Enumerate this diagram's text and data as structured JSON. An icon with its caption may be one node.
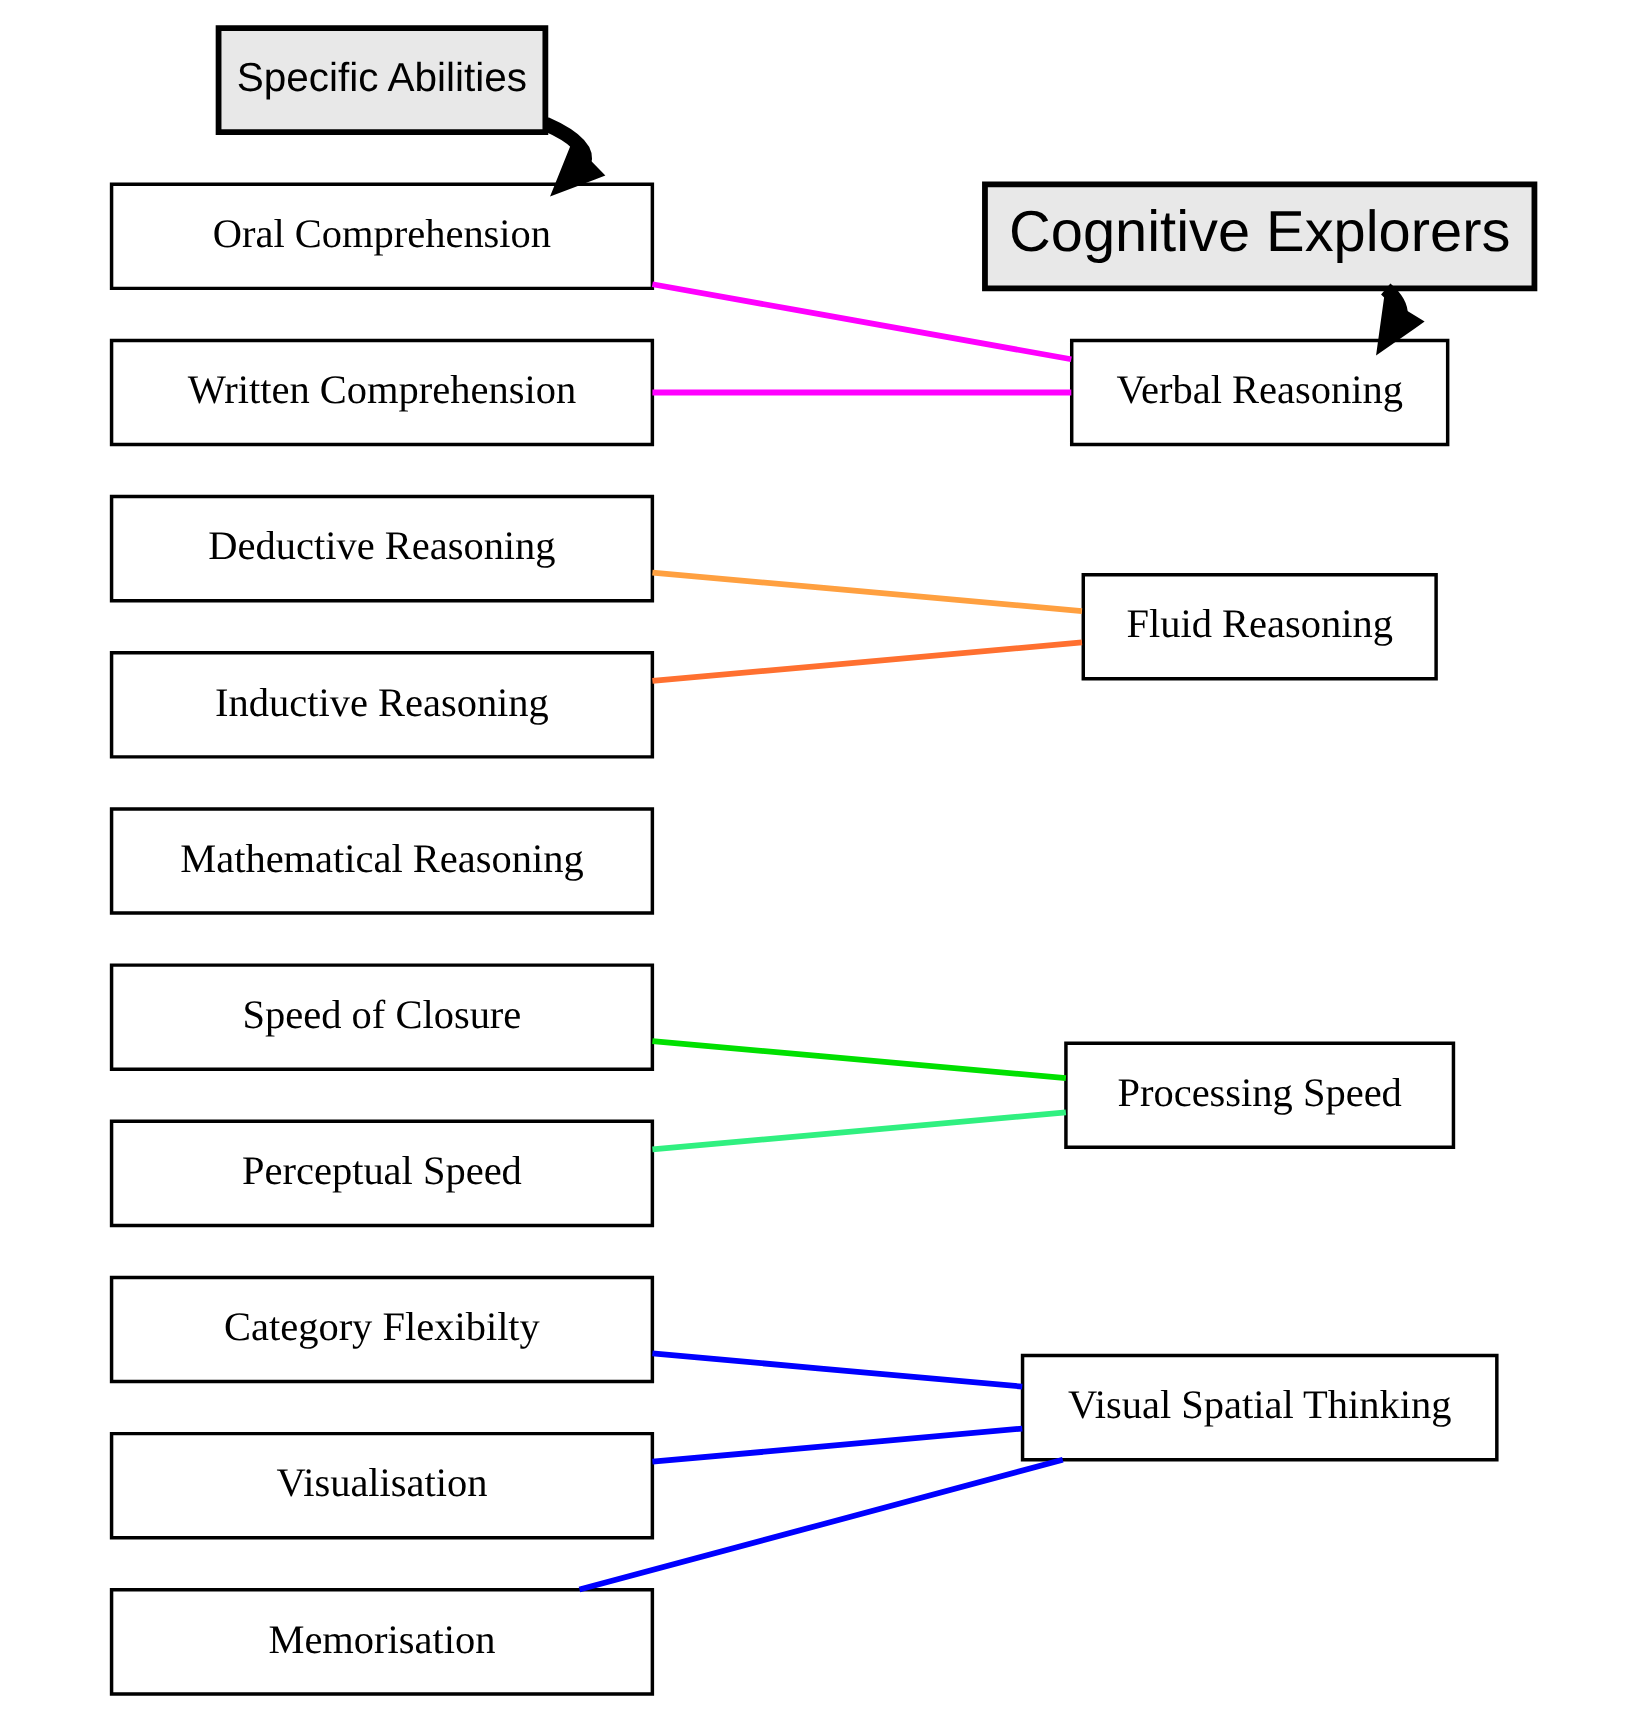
{
  "diagram": {
    "nodes": [
      {
        "text": [
          "Specific Abilities"
        ]
      },
      {
        "text": [
          "Cognitive Explorers"
        ]
      },
      {
        "text": [
          "Oral Comprehension"
        ]
      },
      {
        "text": [
          "Written Comprehension"
        ]
      },
      {
        "text": [
          "Verbal Reasoning"
        ]
      },
      {
        "text": [
          "Deductive Reasoning"
        ]
      },
      {
        "text": [
          "Inductive Reasoning"
        ]
      },
      {
        "text": [
          "Mathematical Reasoning"
        ]
      },
      {
        "text": [
          "Fluid Reasoning"
        ]
      },
      {
        "text": [
          "Speed of Closure"
        ]
      },
      {
        "text": [
          "Perceptual Speed"
        ]
      },
      {
        "text": [
          "Processing Speed"
        ]
      },
      {
        "text": [
          "Category Flexibilty"
        ]
      },
      {
        "text": [
          "Visualisation"
        ]
      },
      {
        "text": [
          "Memorisation"
        ]
      },
      {
        "text": [
          "Visual Spatial Thinking"
        ]
      }
    ],
    "edges": [
      {
        "from": 0,
        "to": 2,
        "arrow": "to",
        "style": "thick",
        "color": "#000000"
      },
      {
        "from": 1,
        "to": 4,
        "arrow": "to",
        "style": "thick",
        "color": "#000000"
      },
      {
        "from": 2,
        "to": 4,
        "arrow": "none",
        "color": "#ff00ff"
      },
      {
        "from": 3,
        "to": 4,
        "arrow": "none",
        "color": "#ff00ff"
      },
      {
        "from": 5,
        "to": 8,
        "arrow": "none",
        "color": "#ffa040"
      },
      {
        "from": 6,
        "to": 8,
        "arrow": "none",
        "color": "#ff7030"
      },
      {
        "from": 9,
        "to": 11,
        "arrow": "none",
        "color": "#00e000"
      },
      {
        "from": 10,
        "to": 11,
        "arrow": "none",
        "color": "#30f080"
      },
      {
        "from": 12,
        "to": 15,
        "arrow": "none",
        "color": "#0000ff"
      },
      {
        "from": 13,
        "to": 15,
        "arrow": "none",
        "color": "#0000ff"
      },
      {
        "from": 14,
        "to": 15,
        "arrow": "none",
        "color": "#0000ff"
      }
    ]
  }
}
